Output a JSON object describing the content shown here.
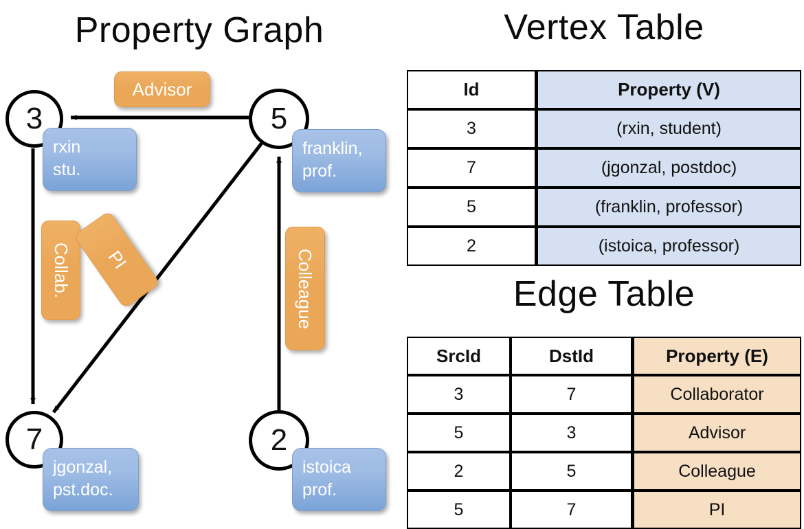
{
  "graph_panel": {
    "title": "Property Graph",
    "nodes": [
      {
        "id": "3",
        "property_lines": [
          "rxin",
          "stu."
        ]
      },
      {
        "id": "5",
        "property_lines": [
          "franklin,",
          "prof."
        ]
      },
      {
        "id": "7",
        "property_lines": [
          "jgonzal,",
          "pst.doc."
        ]
      },
      {
        "id": "2",
        "property_lines": [
          "istoica",
          "prof."
        ]
      }
    ],
    "edge_labels": {
      "advisor": "Advisor",
      "collab": "Collab.",
      "pi": "PI",
      "colleague": "Colleague"
    }
  },
  "vertex_table": {
    "title": "Vertex Table",
    "headers": [
      "Id",
      "Property (V)"
    ],
    "rows": [
      [
        "3",
        "(rxin, student)"
      ],
      [
        "7",
        "(jgonzal, postdoc)"
      ],
      [
        "5",
        "(franklin, professor)"
      ],
      [
        "2",
        "(istoica, professor)"
      ]
    ]
  },
  "edge_table": {
    "title": "Edge Table",
    "headers": [
      "SrcId",
      "DstId",
      "Property (E)"
    ],
    "rows": [
      [
        "3",
        "7",
        "Collaborator"
      ],
      [
        "5",
        "3",
        "Advisor"
      ],
      [
        "2",
        "5",
        "Colleague"
      ],
      [
        "5",
        "7",
        "PI"
      ]
    ]
  },
  "colors": {
    "vertex_property_fill": "#d5e0f2",
    "edge_property_fill": "#f7dfc3",
    "node_box_blue": "#9dbbe4",
    "edge_label_orange": "#eaa758",
    "background": "#ffffff",
    "stroke": "#000000"
  }
}
